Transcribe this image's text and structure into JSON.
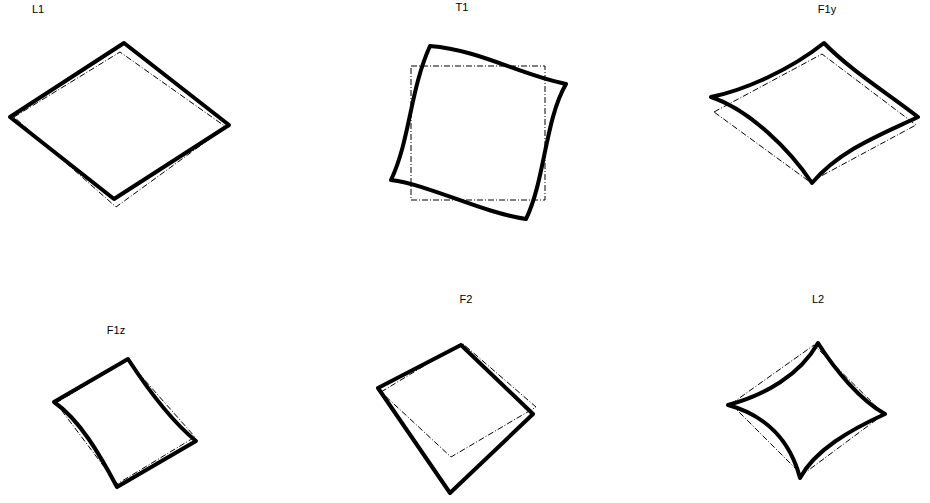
{
  "diagram": {
    "labels": [
      "L1",
      "T1",
      "F1y",
      "F1z",
      "F2",
      "L2"
    ]
  }
}
